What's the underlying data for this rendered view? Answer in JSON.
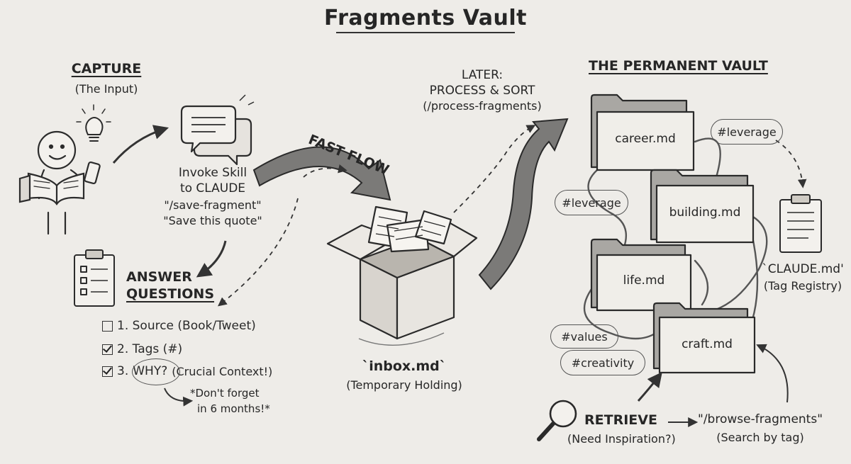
{
  "title": "Fragments Vault",
  "capture": {
    "heading": "CAPTURE",
    "subheading": "(The Input)",
    "invoke_lines": [
      "Invoke Skill",
      "to CLAUDE",
      "\"/save-fragment\"",
      "\"Save this quote\""
    ]
  },
  "answer": {
    "heading_line1": "ANSWER",
    "heading_line2": "QUESTIONS",
    "items": [
      {
        "checked": false,
        "text": "1. Source (Book/Tweet)"
      },
      {
        "checked": true,
        "text": "2. Tags (#)"
      },
      {
        "checked": true,
        "number": "3.",
        "highlight": "WHY?",
        "note": "(Crucial Context!)"
      }
    ],
    "reminder_line1": "*Don't forget",
    "reminder_line2": "in 6 months!*",
    "reminder_underlined": "months!"
  },
  "flow": {
    "fast_flow": "FAST FLOW",
    "later_line1": "LATER:",
    "later_line2": "PROCESS & SORT",
    "later_line3": "(/process-fragments)"
  },
  "inbox": {
    "file": "`inbox.md`",
    "caption": "(Temporary Holding)"
  },
  "vault": {
    "heading": "THE PERMANENT VAULT",
    "folders": [
      "career.md",
      "building.md",
      "life.md",
      "craft.md"
    ],
    "tags": [
      "#leverage",
      "#leverage",
      "#values",
      "#creativity"
    ],
    "registry_file": "`CLAUDE.md'",
    "registry_caption": "(Tag Registry)"
  },
  "retrieve": {
    "heading": "RETRIEVE",
    "caption": "(Need Inspiration?)",
    "command": "\"/browse-fragments\"",
    "command_caption": "(Search by tag)"
  },
  "colors": {
    "background": "#eeece8",
    "ink": "#2a2a2a",
    "fill_dark": "#555555"
  }
}
